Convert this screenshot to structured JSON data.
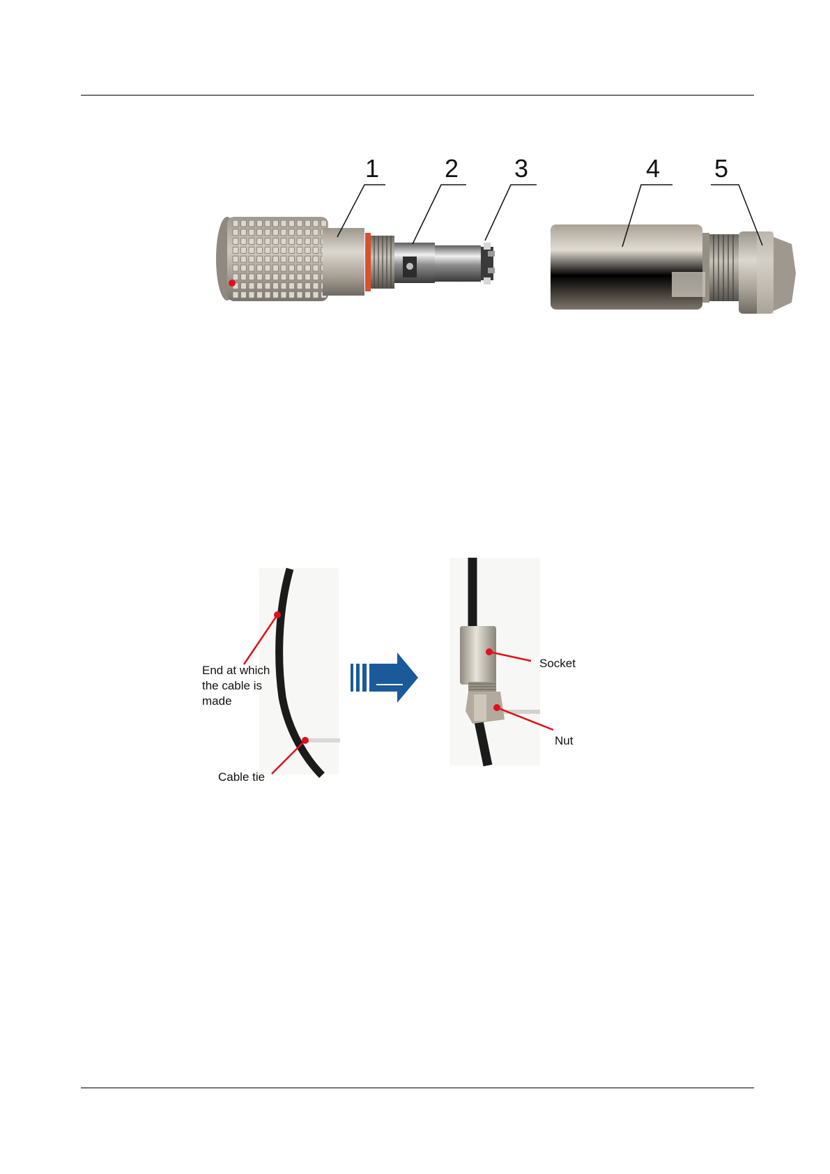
{
  "figure1": {
    "callouts": [
      "1",
      "2",
      "3",
      "4",
      "5"
    ]
  },
  "figure2": {
    "left": {
      "end_label": [
        "End at which",
        "the cable is",
        "made"
      ],
      "tie_label": "Cable tie"
    },
    "right": {
      "socket_label": "Socket",
      "nut_label": "Nut"
    }
  },
  "colors": {
    "callout_red": "#e0101a",
    "arrow_blue": "#1a5a9a",
    "metal": "#b9b2a6",
    "cable": "#1b1b1b"
  }
}
